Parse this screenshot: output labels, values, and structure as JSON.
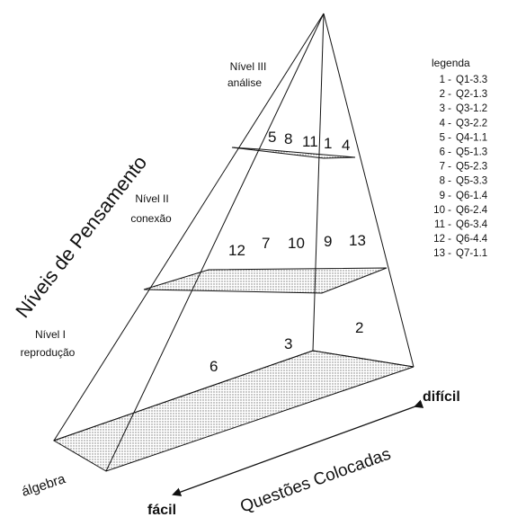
{
  "vertical_label": "Níveis de Pensamento",
  "levels": [
    {
      "title": "Nível III",
      "subtitle": "análise"
    },
    {
      "title": "Nível II",
      "subtitle": "conexão"
    },
    {
      "title": "Nível I",
      "subtitle": "reprodução"
    }
  ],
  "layer_numbers": {
    "top": [
      "5",
      "8",
      "11",
      "1",
      "4"
    ],
    "middle": [
      "12",
      "7",
      "10",
      "9",
      "13"
    ],
    "bottom": [
      "6",
      "3",
      "2"
    ]
  },
  "legend": {
    "title": "legenda",
    "items": [
      {
        "num": "1 -",
        "code": "Q1-3.3"
      },
      {
        "num": "2 -",
        "code": "Q2-1.3"
      },
      {
        "num": "3 -",
        "code": "Q3-1.2"
      },
      {
        "num": "4 -",
        "code": "Q3-2.2"
      },
      {
        "num": "5 -",
        "code": "Q4-1.1"
      },
      {
        "num": "6 -",
        "code": "Q5-1.3"
      },
      {
        "num": "7 -",
        "code": "Q5-2.3"
      },
      {
        "num": "8 -",
        "code": "Q5-3.3"
      },
      {
        "num": "9 -",
        "code": "Q6-1.4"
      },
      {
        "num": "10 -",
        "code": "Q6-2.4"
      },
      {
        "num": "11 -",
        "code": "Q6-3.4"
      },
      {
        "num": "12 -",
        "code": "Q6-4.4"
      },
      {
        "num": "13 -",
        "code": "Q7-1.1"
      }
    ]
  },
  "axis": {
    "label": "Questões Colocadas",
    "easy": "fácil",
    "hard": "difícil",
    "corner": "álgebra"
  }
}
